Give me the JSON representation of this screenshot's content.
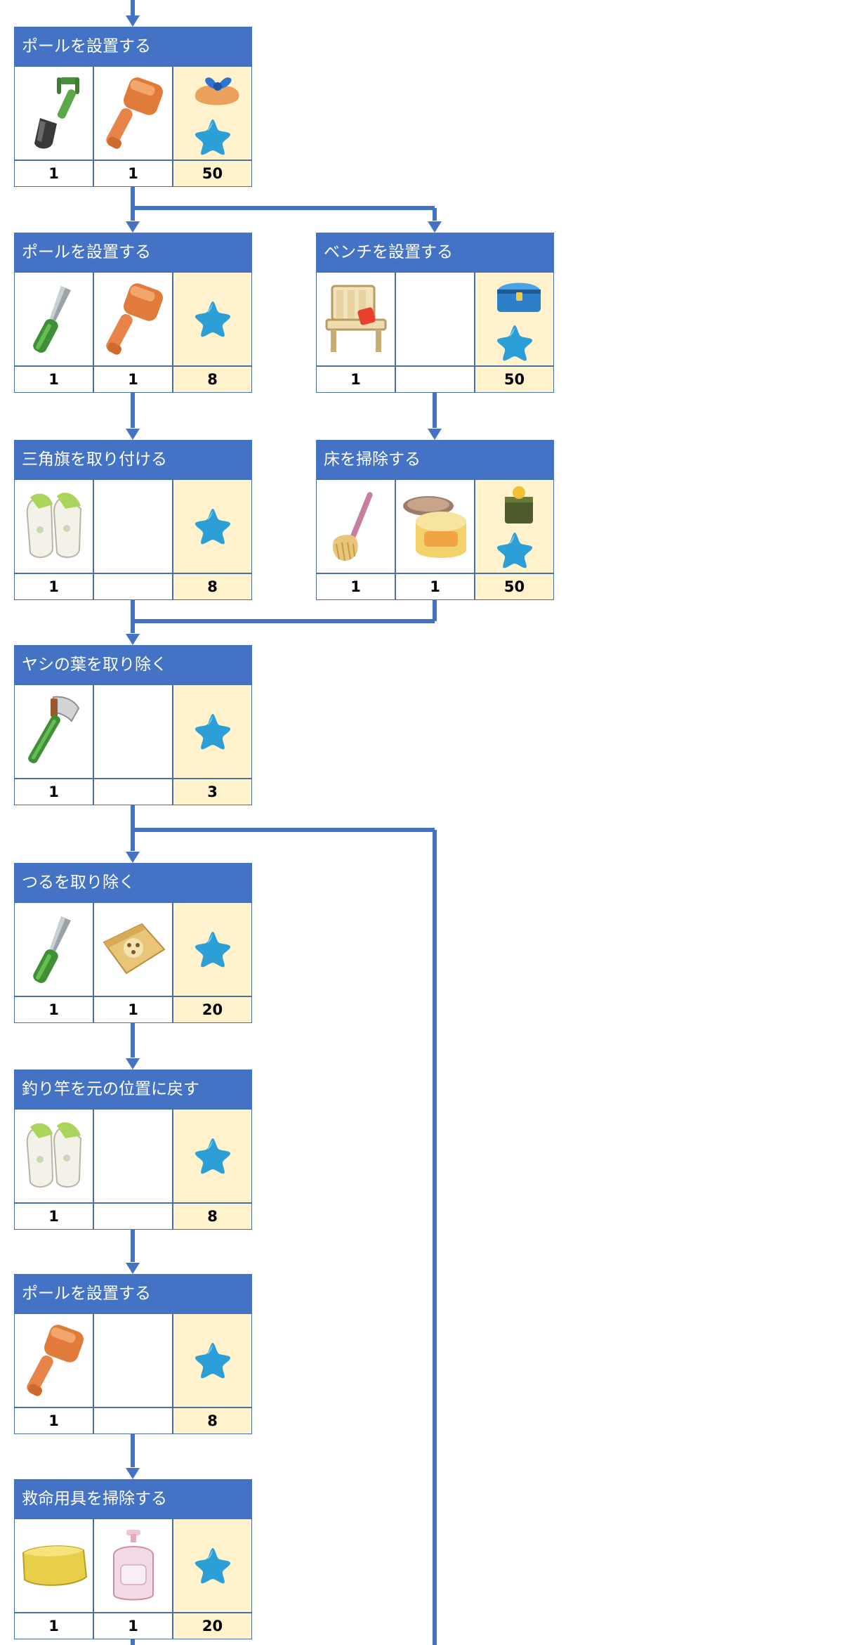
{
  "colors": {
    "header": "#4472c4",
    "connector": "#4472c4",
    "reward_bg": "#fff2cc",
    "cell_border": "#4a6fa5",
    "star": "#2b9fd6"
  },
  "tasks": [
    {
      "id": "t1",
      "title": "ポールを設置する",
      "items": [
        {
          "icon": "shovel-icon",
          "count": "1"
        },
        {
          "icon": "mallet-icon",
          "count": "1"
        }
      ],
      "reward": {
        "icons": [
          "blue-bow-gift-icon",
          "blue-star-icon"
        ],
        "value": "50"
      }
    },
    {
      "id": "t2",
      "title": "ポールを設置する",
      "items": [
        {
          "icon": "knife-icon",
          "count": "1"
        },
        {
          "icon": "mallet-icon",
          "count": "1"
        }
      ],
      "reward": {
        "icons": [
          "blue-star-icon"
        ],
        "value": "8"
      }
    },
    {
      "id": "t3",
      "title": "ベンチを設置する",
      "items": [
        {
          "icon": "bench-icon",
          "count": "1"
        },
        {
          "icon": "",
          "count": ""
        }
      ],
      "reward": {
        "icons": [
          "treasure-chest-icon",
          "blue-star-icon"
        ],
        "value": "50"
      }
    },
    {
      "id": "t4",
      "title": "三角旗を取り付ける",
      "items": [
        {
          "icon": "gloves-icon",
          "count": "1"
        },
        {
          "icon": "",
          "count": ""
        }
      ],
      "reward": {
        "icons": [
          "blue-star-icon"
        ],
        "value": "8"
      }
    },
    {
      "id": "t5",
      "title": "床を掃除する",
      "items": [
        {
          "icon": "mop-icon",
          "count": "1"
        },
        {
          "icon": "polish-jar-icon",
          "count": "1"
        }
      ],
      "reward": {
        "icons": [
          "lantern-box-icon",
          "blue-star-icon"
        ],
        "value": "50"
      }
    },
    {
      "id": "t6",
      "title": "ヤシの葉を取り除く",
      "items": [
        {
          "icon": "axe-icon",
          "count": "1"
        },
        {
          "icon": "",
          "count": ""
        }
      ],
      "reward": {
        "icons": [
          "blue-star-icon"
        ],
        "value": "3"
      }
    },
    {
      "id": "t7",
      "title": "つるを取り除く",
      "items": [
        {
          "icon": "knife-icon",
          "count": "1"
        },
        {
          "icon": "seed-bag-icon",
          "count": "1"
        }
      ],
      "reward": {
        "icons": [
          "blue-star-icon"
        ],
        "value": "20"
      }
    },
    {
      "id": "t8",
      "title": "釣り竿を元の位置に戻す",
      "items": [
        {
          "icon": "gloves-icon",
          "count": "1"
        },
        {
          "icon": "",
          "count": ""
        }
      ],
      "reward": {
        "icons": [
          "blue-star-icon"
        ],
        "value": "8"
      }
    },
    {
      "id": "t9",
      "title": "ポールを設置する",
      "items": [
        {
          "icon": "mallet-icon",
          "count": "1"
        },
        {
          "icon": "",
          "count": ""
        }
      ],
      "reward": {
        "icons": [
          "blue-star-icon"
        ],
        "value": "8"
      }
    },
    {
      "id": "t10",
      "title": "救命用具を掃除する",
      "items": [
        {
          "icon": "sponge-icon",
          "count": "1"
        },
        {
          "icon": "soap-bottle-icon",
          "count": "1"
        }
      ],
      "reward": {
        "icons": [
          "blue-star-icon"
        ],
        "value": "20"
      }
    }
  ]
}
